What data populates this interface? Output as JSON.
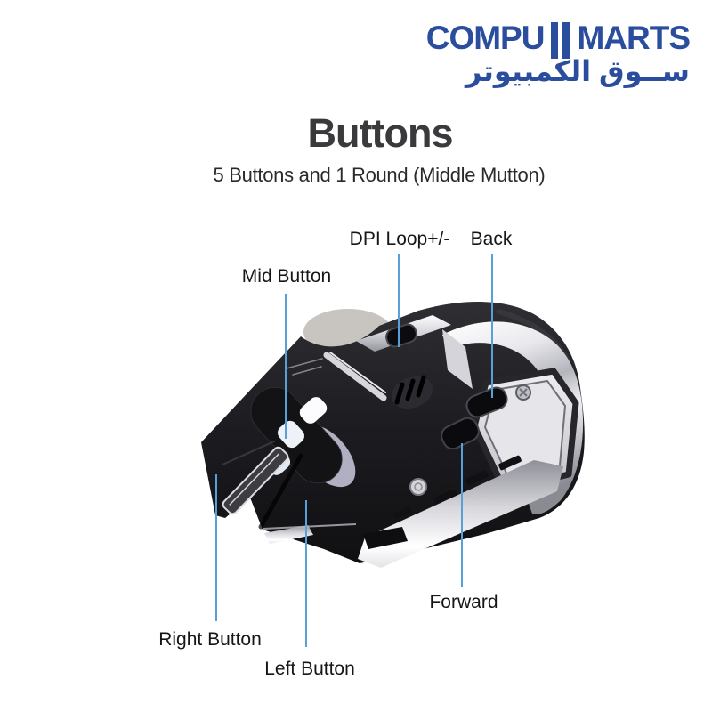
{
  "logo": {
    "text_left": "COMPU",
    "text_right": "MARTS",
    "arabic": "ســوق الكمبيوتر",
    "color": "#2b4d9e"
  },
  "heading": {
    "title": "Buttons",
    "subtitle": "5 Buttons and 1 Round (Middle Mutton)"
  },
  "diagram": {
    "product_name": "wireless-gaming-mouse",
    "callout_color": "#57a0d9",
    "labels": [
      {
        "id": "mid-button",
        "text": "Mid Button"
      },
      {
        "id": "dpi-loop",
        "text": "DPI Loop+/-"
      },
      {
        "id": "back",
        "text": "Back"
      },
      {
        "id": "forward",
        "text": "Forward"
      },
      {
        "id": "right-button",
        "text": "Right Button"
      },
      {
        "id": "left-button",
        "text": "Left Button"
      }
    ]
  }
}
